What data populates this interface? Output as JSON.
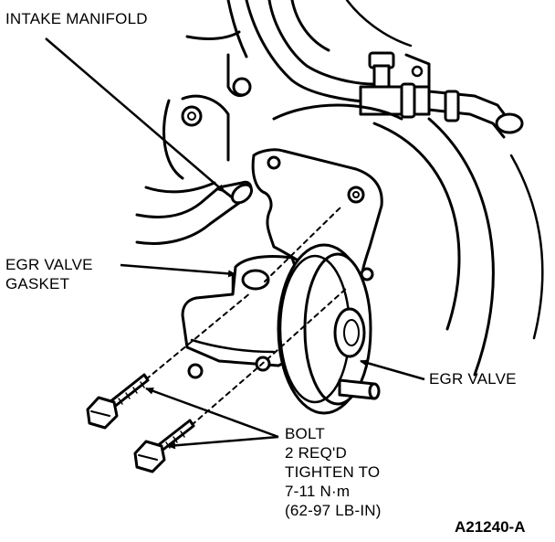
{
  "figure_id": "A21240-A",
  "labels": {
    "intake_manifold": "INTAKE MANIFOLD",
    "gasket_line1": "EGR VALVE",
    "gasket_line2": "GASKET",
    "egr_valve": "EGR VALVE",
    "bolt_line1": "BOLT",
    "bolt_line2": "2 REQ'D",
    "bolt_line3": "TIGHTEN TO",
    "bolt_line4": "7-11 N·m",
    "bolt_line5": "(62-97 LB-IN)"
  }
}
